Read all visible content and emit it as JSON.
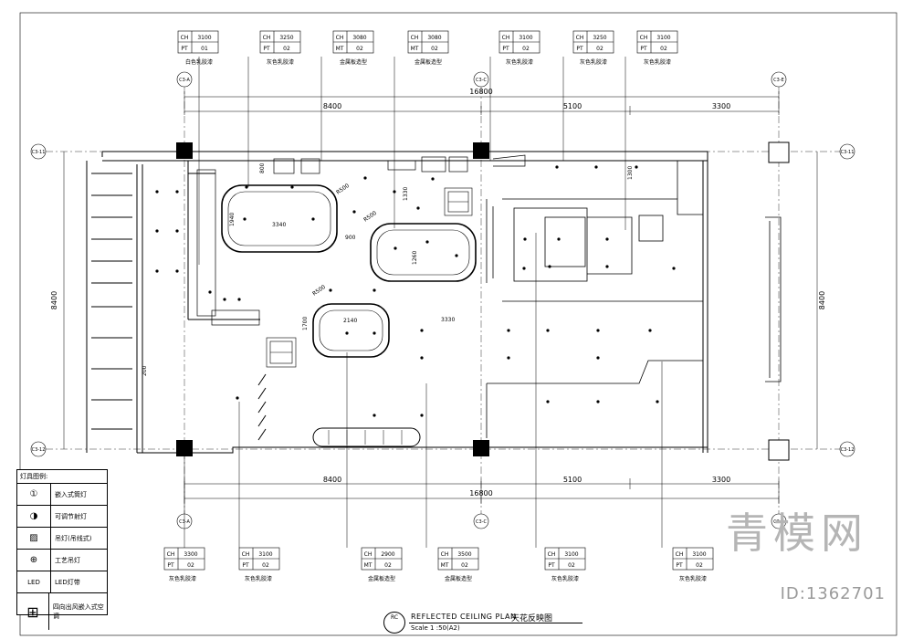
{
  "title": {
    "en": "REFLECTED CEILING PLAN",
    "zh": "天花反映图",
    "scale": "Scale 1 :50(A2)",
    "symbol": "RC"
  },
  "top_tags": [
    {
      "ch": "3100",
      "code": "PT",
      "num": "01",
      "label": "白色乳胶漆"
    },
    {
      "ch": "3250",
      "code": "PT",
      "num": "02",
      "label": "灰色乳胶漆"
    },
    {
      "ch": "3080",
      "code": "MT",
      "num": "02",
      "label": "金属板造型"
    },
    {
      "ch": "3080",
      "code": "MT",
      "num": "02",
      "label": "金属板造型"
    },
    {
      "ch": "3100",
      "code": "PT",
      "num": "02",
      "label": "灰色乳胶漆"
    },
    {
      "ch": "3250",
      "code": "PT",
      "num": "02",
      "label": "灰色乳胶漆"
    },
    {
      "ch": "3100",
      "code": "PT",
      "num": "02",
      "label": "灰色乳胶漆"
    }
  ],
  "bottom_tags": [
    {
      "ch": "3300",
      "code": "PT",
      "num": "02",
      "label": "灰色乳胶漆"
    },
    {
      "ch": "3100",
      "code": "PT",
      "num": "02",
      "label": "灰色乳胶漆"
    },
    {
      "ch": "2900",
      "code": "MT",
      "num": "02",
      "label": "金属板造型"
    },
    {
      "ch": "3500",
      "code": "MT",
      "num": "02",
      "label": "金属板造型"
    },
    {
      "ch": "3100",
      "code": "PT",
      "num": "02",
      "label": "灰色乳胶漆"
    },
    {
      "ch": "3100",
      "code": "PT",
      "num": "02",
      "label": "灰色乳胶漆"
    }
  ],
  "ch_label": "CH",
  "dimensions": {
    "total": "16800",
    "left": "8400",
    "mid": "5100",
    "right": "3300",
    "height": "8400"
  },
  "grid_labels": {
    "c3a_top": "C3-A",
    "c3c_top": "C3-C",
    "c3e_top": "C3-E",
    "c3a_bottom": "C3-A",
    "c3c_bottom": "C3-C",
    "c3e_bottom": "C3-E",
    "c3_11_left": "C3-11",
    "c3_11_right": "C3-11",
    "c3_12_left": "C3-12",
    "c3_12_right": "C3-12"
  },
  "inner_dims": {
    "d1940": "1940",
    "d3340": "3340",
    "d900": "900",
    "d1260": "1260",
    "d2140": "2140",
    "d3330": "3330",
    "d1700": "1700",
    "d1300": "1300",
    "d800": "800",
    "d1330": "1330",
    "d200": "200",
    "r500a": "R500",
    "r500b": "R500",
    "r500c": "R500"
  },
  "legend": {
    "title": "灯具图例:",
    "items": [
      {
        "symbol": "①",
        "label": "嵌入式筒灯"
      },
      {
        "symbol": "◑",
        "label": "可调节射灯"
      },
      {
        "symbol": "▨",
        "label": "吊灯(吊线式)"
      },
      {
        "symbol": "⊕",
        "label": "工艺吊灯"
      },
      {
        "symbol": "LED",
        "label": "LED灯带"
      },
      {
        "symbol": "⊞",
        "label": "四向出风嵌入式空调"
      }
    ]
  },
  "watermark": {
    "id_text": "ID:1362701",
    "logo": "青模网"
  },
  "colors": {
    "line": "#000000",
    "watermark": "#b0b0b0"
  }
}
